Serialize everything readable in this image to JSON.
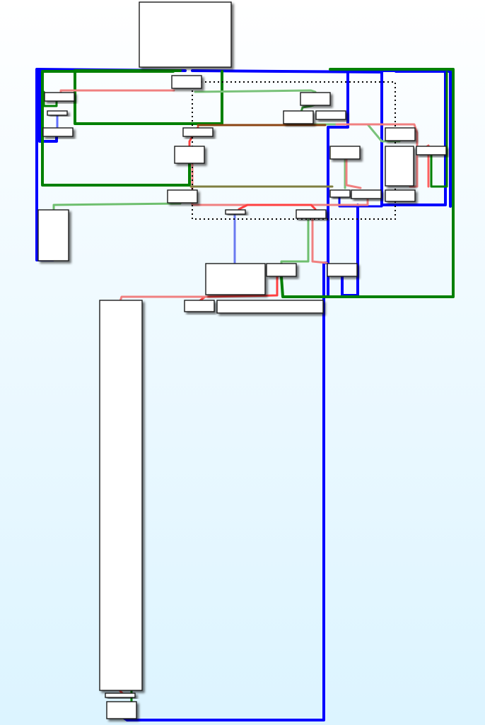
{
  "diagram": {
    "type": "control-flow-graph",
    "colors": {
      "true_branch": "#008000",
      "false_branch": "#ff0000",
      "unconditional": "#0000ff",
      "loop_back": "#804000",
      "selection": "#000000",
      "background_top": "#ffffff",
      "background_bottom": "#dcf4ff"
    },
    "node_count": 27,
    "labels_visible": false,
    "selection_box": "dotted"
  }
}
